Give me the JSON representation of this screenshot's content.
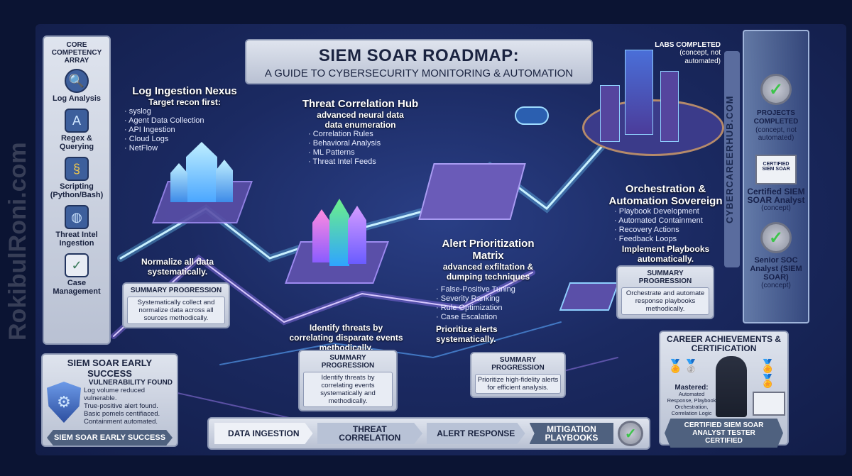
{
  "watermark": "RokibulRoni.com",
  "side_brand": "CYBERCAREERHUB.COM",
  "title": {
    "line1": "SIEM SOAR ROADMAP:",
    "line2": "A GUIDE TO CYBERSECURITY MONITORING & AUTOMATION"
  },
  "sidebar": {
    "title": "CORE COMPETENCY ARRAY",
    "items": [
      {
        "label": "Log Analysis",
        "icon": "magnifier-chart-icon"
      },
      {
        "label": "Regex & Querying",
        "icon": "regex-search-icon"
      },
      {
        "label": "Scripting (Python/Bash)",
        "icon": "python-icon"
      },
      {
        "label": "Threat Intel Ingestion",
        "icon": "globe-icon"
      },
      {
        "label": "Case Management",
        "icon": "clipboard-shield-icon"
      }
    ]
  },
  "log_ingestion": {
    "heading": "Log Ingestion Nexus",
    "sub": "Target recon first:",
    "items": [
      "syslog",
      "Agent Data Collection",
      "API Ingestion",
      "Cloud Logs",
      "NetFlow"
    ],
    "note": "Normalize all data systematically.",
    "summary_title": "SUMMARY PROGRESSION",
    "summary": "Systematically collect and normalize data across all sources methodically."
  },
  "threat_correlation": {
    "heading": "Threat Correlation Hub",
    "sub": "advanced neural data data enumeration",
    "items": [
      "Correlation Rules",
      "Behavioral Analysis",
      "ML Patterns",
      "Threat Intel Feeds"
    ],
    "note": "Identify threats by correlating disparate events methodically.",
    "summary_title": "SUMMARY PROGRESSION",
    "summary": "Identify threats by correlating events systematically and methodically."
  },
  "alert_prioritization": {
    "heading": "Alert Prioritization Matrix",
    "sub": "advanced exfiltation & dumping techniques",
    "items": [
      "False-Positive Tuning",
      "Severity Ranking",
      "Rule Optimization",
      "Case Escalation"
    ],
    "note": "Prioritize alerts systematically.",
    "summary_title": "SUMMARY PROGRESSION",
    "summary": "Prioritize high-fidelity alerts for efficient analysis."
  },
  "orchestration": {
    "heading": "Orchestration & Automation Sovereign",
    "items": [
      "Playbook Development",
      "Automated Containment",
      "Recovery Actions",
      "Feedback Loops"
    ],
    "note": "Implement Playbooks automatically.",
    "summary_title": "SUMMARY PROGRESSION",
    "summary": "Orchestrate and automate response playbooks methodically."
  },
  "labs": {
    "title": "LABS COMPLETED",
    "sub": "(concept, not automated)"
  },
  "right_column": [
    {
      "title": "PROJECTS COMPLETED",
      "sub": "(concept, not automated)"
    },
    {
      "badge": "CERTIFIED SIEM SOAR",
      "title": "Certified SIEM SOAR Analyst",
      "sub": "(concept)"
    },
    {
      "title": "Senior SOC Analyst (SIEM SOAR)",
      "sub": "(concept)"
    }
  ],
  "early_success": {
    "title": "SIEM SOAR EARLY SUCCESS",
    "sub": "VULNERABILITY FOUND",
    "items": [
      "Log volume reduced vulnerable.",
      "True-positive alert found.",
      "Basic pomels centifiaced.",
      "Containment automated."
    ],
    "banner": "SIEM SOAR EARLY SUCCESS"
  },
  "flow": [
    "DATA INGESTION",
    "THREAT CORRELATION",
    "ALERT RESPONSE",
    "MITIGATION PLAYBOOKS"
  ],
  "career": {
    "title": "CAREER ACHIEVEMENTS & CERTIFICATION",
    "mastered_title": "Mastered:",
    "mastered": "Automated Response, Playbook Orchestration, Correlation Logic",
    "banner": "CERTIFIED SIEM SOAR ANALYST TESTER CERTIFIED"
  },
  "colors": {
    "background": "#0b1433",
    "panel": "#c9d0df",
    "glow": "#7fd8ff",
    "accent_purple": "#8a6be0",
    "check": "#3cc44a"
  }
}
